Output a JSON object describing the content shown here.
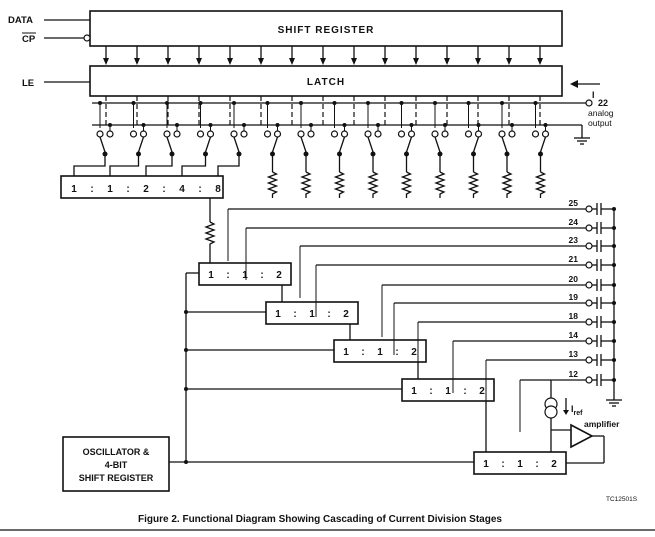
{
  "blocks": {
    "shift_register": "SHIFT REGISTER",
    "latch": "LATCH",
    "main_divider": [
      "1",
      ":",
      "1",
      ":",
      "2",
      ":",
      "4",
      ":",
      "8"
    ],
    "divider_ratio": [
      "1",
      ":",
      "1",
      ":",
      "2"
    ],
    "oscillator": [
      "OSCILLATOR &",
      "4-BIT",
      "SHIFT REGISTER"
    ]
  },
  "signals": {
    "data": "DATA",
    "cp": "CP",
    "le": "LE",
    "current_I": "I",
    "iref": "I",
    "iref_sub": "ref",
    "amplifier": "amplifier"
  },
  "pins": {
    "analog_output_pin": "22",
    "analog_output_line1": "analog",
    "analog_output_line2": "output",
    "capacitor_pins": [
      "25",
      "24",
      "23",
      "21",
      "20",
      "19",
      "18",
      "14",
      "13",
      "12"
    ]
  },
  "figure": {
    "code": "TC12501S",
    "caption": "Figure 2. Functional Diagram Showing Cascading of Current Division Stages"
  }
}
